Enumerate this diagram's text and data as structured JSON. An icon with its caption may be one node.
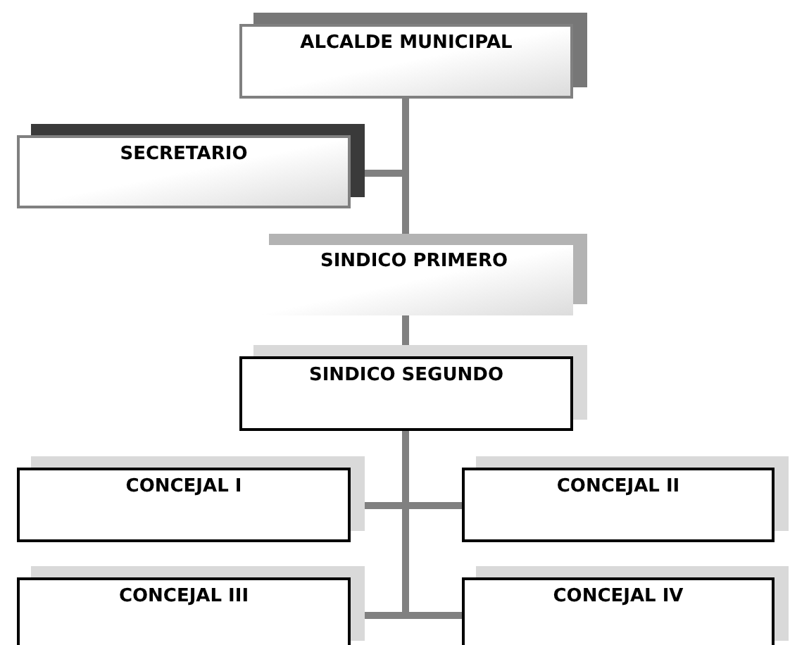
{
  "diagram": {
    "nodes": [
      {
        "text": [
          "ALCALDE MUNICIPAL"
        ]
      },
      {
        "text": [
          "SECRETARIO"
        ]
      },
      {
        "text": [
          "SINDICO PRIMERO"
        ]
      },
      {
        "text": [
          "SINDICO SEGUNDO"
        ]
      },
      {
        "text": [
          "CONCEJAL I"
        ]
      },
      {
        "text": [
          "CONCEJAL II"
        ]
      },
      {
        "text": [
          "CONCEJAL III"
        ]
      },
      {
        "text": [
          "CONCEJAL IV"
        ]
      }
    ],
    "edges": [
      {
        "from": 0,
        "to": 1,
        "arrow": "none"
      },
      {
        "from": 0,
        "to": 2,
        "arrow": "none"
      },
      {
        "from": 2,
        "to": 3,
        "arrow": "none"
      },
      {
        "from": 3,
        "to": 4,
        "arrow": "none"
      },
      {
        "from": 3,
        "to": 5,
        "arrow": "none"
      },
      {
        "from": 3,
        "to": 6,
        "arrow": "none"
      },
      {
        "from": 3,
        "to": 7,
        "arrow": "none"
      }
    ]
  }
}
